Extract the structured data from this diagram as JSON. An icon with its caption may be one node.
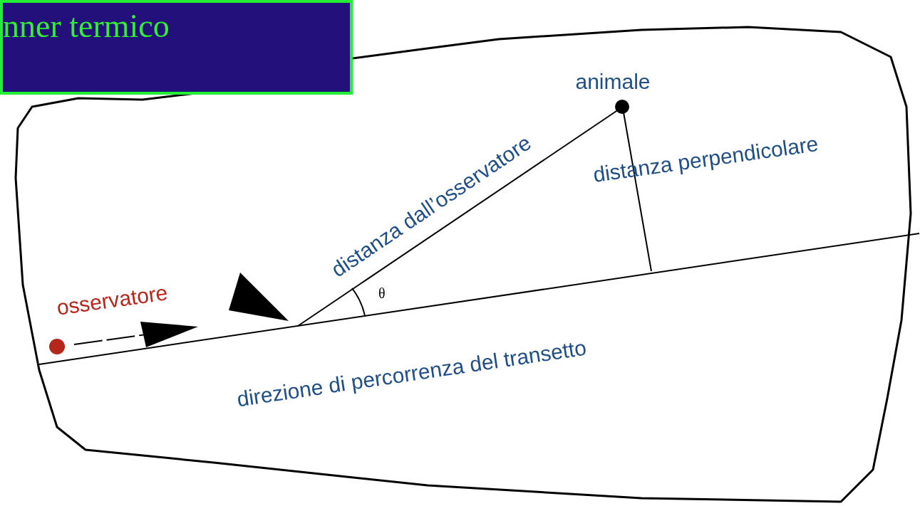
{
  "diagram": {
    "nodes": [
      {
        "text": [
          "nner termico"
        ]
      },
      {
        "text": [],
        "shape": "cloud"
      },
      {
        "text": [],
        "shape": "circle",
        "in": 1,
        "beside": [
          "osservatore"
        ]
      },
      {
        "text": [],
        "shape": "circle",
        "in": 1,
        "beside": [
          "animale"
        ]
      }
    ],
    "edges": [],
    "labels": [
      "distanza dall’osservatore",
      "distanza perpendicolare",
      "θ",
      "direzione di percorrenza del transetto"
    ]
  }
}
